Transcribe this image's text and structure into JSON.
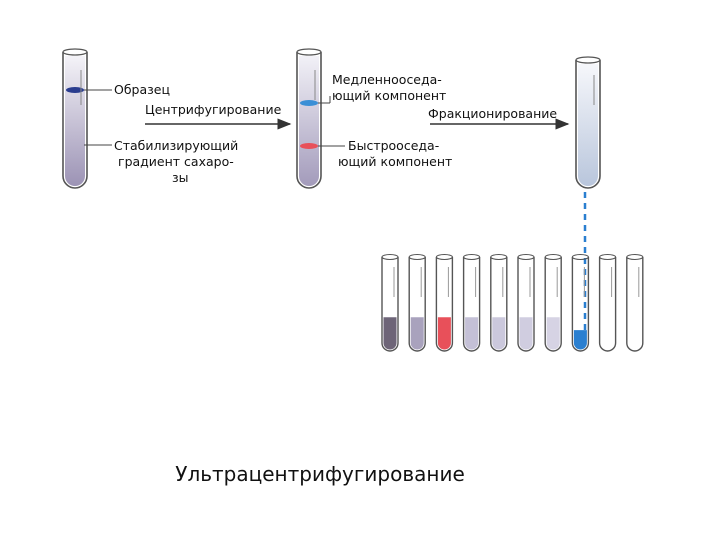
{
  "labels": {
    "sample": "Образец",
    "centrifugation": "Центрифугирование",
    "gradient_line1": "Стабилизирующий",
    "gradient_line2": "градиент сахаро-",
    "gradient_line3": "зы",
    "slow_line1": "Медленнооседа-",
    "slow_line2": "ющий компонент",
    "fast_line1": "Быстрооседа-",
    "fast_line2": "ющий компонент",
    "fractionation": "Фракционирование"
  },
  "caption": "Ультрацентрифугирование",
  "colors": {
    "sample_band": "#2a3d8f",
    "slow_band": "#3a8fd6",
    "fast_band": "#e8505a",
    "gradient": "#9c93b5",
    "fraction_red": "#e8505a",
    "fraction_blue": "#2a7fd0",
    "tube_outline": "#555555"
  },
  "fraction_tubes": [
    {
      "fill": "#6e6578",
      "level": 0.3
    },
    {
      "fill": "#a9a2bd",
      "level": 0.3
    },
    {
      "fill": "#e8505a",
      "level": 0.3
    },
    {
      "fill": "#c4c0d6",
      "level": 0.3
    },
    {
      "fill": "#cbc8dc",
      "level": 0.3
    },
    {
      "fill": "#d0cde0",
      "level": 0.3
    },
    {
      "fill": "#d6d3e4",
      "level": 0.3
    },
    {
      "fill": "#2a7fd0",
      "level": 0.15
    },
    {
      "fill": "none",
      "level": 0
    },
    {
      "fill": "none",
      "level": 0
    }
  ]
}
